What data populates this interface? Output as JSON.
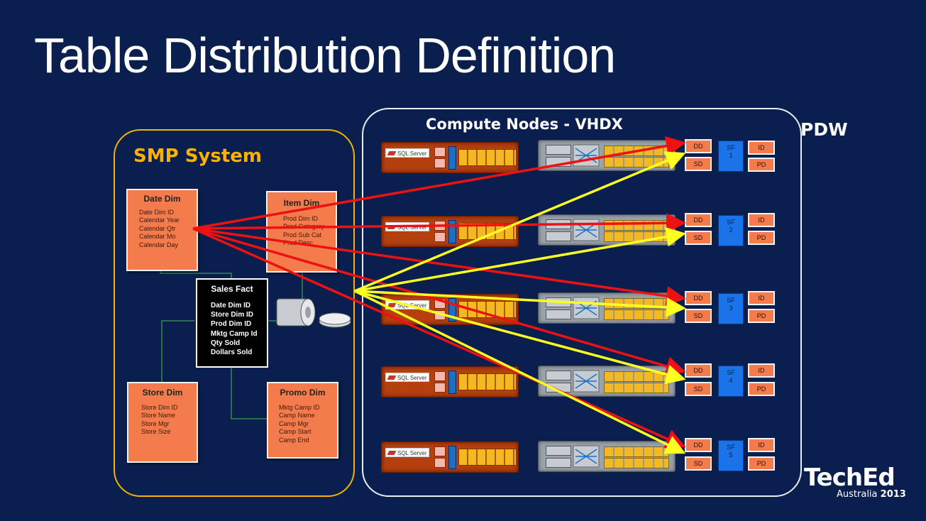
{
  "slide": {
    "title": "Table Distribution Definition"
  },
  "smp": {
    "title": "SMP System",
    "tables": {
      "date_dim": {
        "title": "Date Dim",
        "fields": [
          "Date Dim ID",
          "Calendar Year",
          "Calendar Qtr",
          "Calendar Mo",
          "Calendar Day"
        ]
      },
      "item_dim": {
        "title": "Item Dim",
        "fields": [
          "Prod Dim ID",
          "Prod Category",
          "Prod Sub Cat",
          "Prod Desc"
        ]
      },
      "store_dim": {
        "title": "Store Dim",
        "fields": [
          "Store Dim ID",
          "Store Name",
          "Store Mgr",
          "Store Size"
        ]
      },
      "promo_dim": {
        "title": "Promo Dim",
        "fields": [
          "Mktg Camp ID",
          "Camp Name",
          "Camp Mgr",
          "Camp Start",
          "Camp End"
        ]
      },
      "sales_fact": {
        "title": "Sales Fact",
        "fields": [
          "Date Dim ID",
          "Store Dim ID",
          "Prod Dim ID",
          "Mktg Camp Id",
          "Qty Sold",
          "Dollars Sold"
        ]
      }
    }
  },
  "pdw": {
    "title": "PDW",
    "compute_title": "Compute Nodes  - VHDX",
    "sql_logo": "SQL Server",
    "nodes": [
      {
        "dd": "DD",
        "sd": "SD",
        "sf": "SF",
        "sf_num": "1",
        "id": "ID",
        "pd": "PD"
      },
      {
        "dd": "DD",
        "sd": "SD",
        "sf": "SF",
        "sf_num": "2",
        "id": "ID",
        "pd": "PD"
      },
      {
        "dd": "DD",
        "sd": "SD",
        "sf": "SF",
        "sf_num": "3",
        "id": "ID",
        "pd": "PD"
      },
      {
        "dd": "DD",
        "sd": "SD",
        "sf": "SF",
        "sf_num": "4",
        "id": "ID",
        "pd": "PD"
      },
      {
        "dd": "DD",
        "sd": "SD",
        "sf": "SF",
        "sf_num": "5",
        "id": "ID",
        "pd": "PD"
      }
    ]
  },
  "logo": {
    "brand": "TechEd",
    "region": "Australia",
    "year": "2013"
  },
  "colors": {
    "background": "#0b1f4f",
    "smp_border": "#f2b400",
    "replicate_arrow": "#ee1111",
    "distribute_arrow": "#ffff22",
    "table": "#f47b4c",
    "sf_cell": "#1a73e8"
  }
}
